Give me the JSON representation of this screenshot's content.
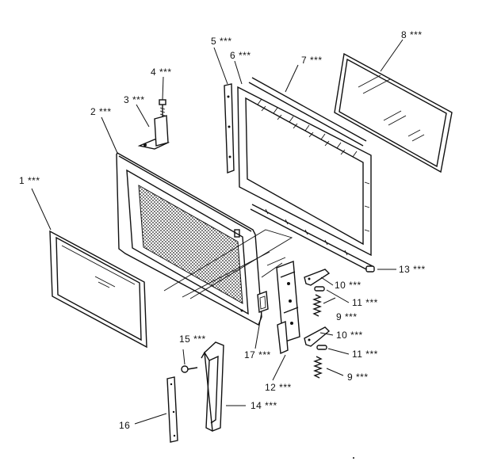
{
  "diagram": {
    "callouts": [
      {
        "id": "c1",
        "text": "1 ***"
      },
      {
        "id": "c2",
        "text": "2 ***"
      },
      {
        "id": "c3",
        "text": "3 ***"
      },
      {
        "id": "c4",
        "text": "4 ***"
      },
      {
        "id": "c5",
        "text": "5 ***"
      },
      {
        "id": "c6",
        "text": "6 ***"
      },
      {
        "id": "c7",
        "text": "7 ***"
      },
      {
        "id": "c8",
        "text": "8 ***"
      },
      {
        "id": "c9a",
        "text": "9 ***"
      },
      {
        "id": "c9b",
        "text": "9 ***"
      },
      {
        "id": "c10a",
        "text": "10 ***"
      },
      {
        "id": "c10b",
        "text": "10 ***"
      },
      {
        "id": "c11a",
        "text": "11 ***"
      },
      {
        "id": "c11b",
        "text": "11 ***"
      },
      {
        "id": "c12",
        "text": "12 ***"
      },
      {
        "id": "c13",
        "text": "13 ***"
      },
      {
        "id": "c14",
        "text": "14 ***"
      },
      {
        "id": "c15",
        "text": "15 ***"
      },
      {
        "id": "c16",
        "text": "16"
      },
      {
        "id": "c17",
        "text": "17 ***"
      }
    ]
  }
}
